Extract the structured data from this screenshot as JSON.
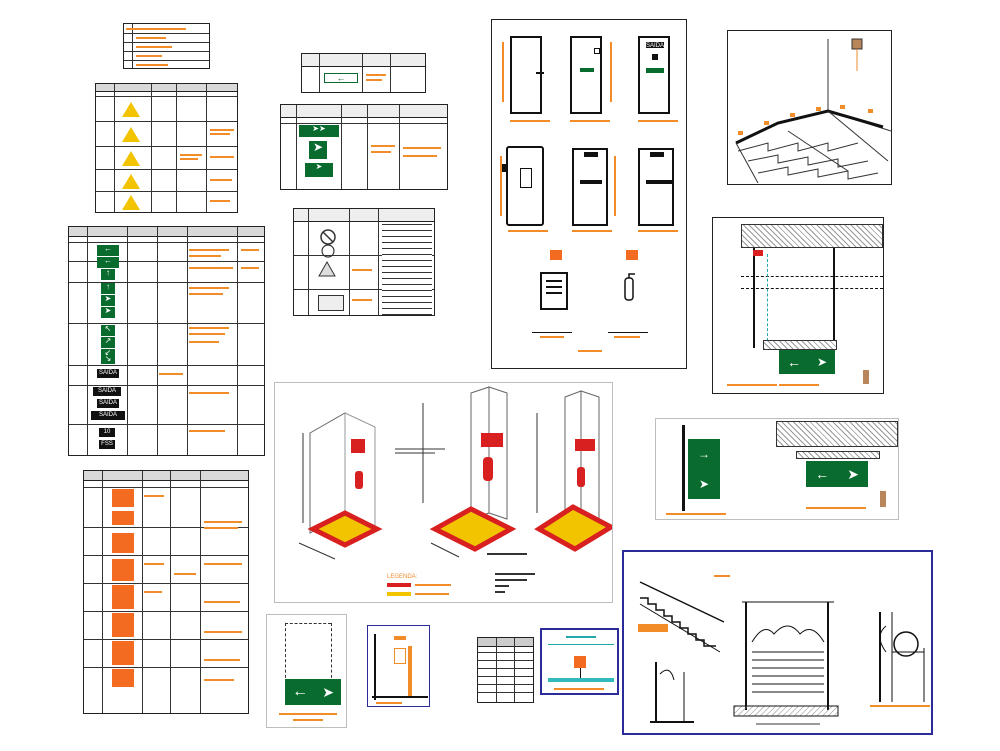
{
  "colors": {
    "line": "#222222",
    "annotation": "#f28c28",
    "exit_green": "#0a6b2f",
    "fire_orange": "#f26b21",
    "warning_yellow": "#f2c400",
    "frame_blue": "#2b2b9a",
    "extinguisher_red": "#d92020"
  },
  "exit_table": {
    "sign_labels": [
      "SAIDA",
      "SAIDA",
      "SAIDA",
      "SAIDA",
      "10",
      "FSS"
    ]
  },
  "legend": {
    "title": "LEGENDA:"
  },
  "icons": [
    "arrow-left-icon",
    "running-man-icon",
    "fire-extinguisher-icon",
    "warning-triangle-icon",
    "phone-icon",
    "fire-alarm-icon"
  ]
}
